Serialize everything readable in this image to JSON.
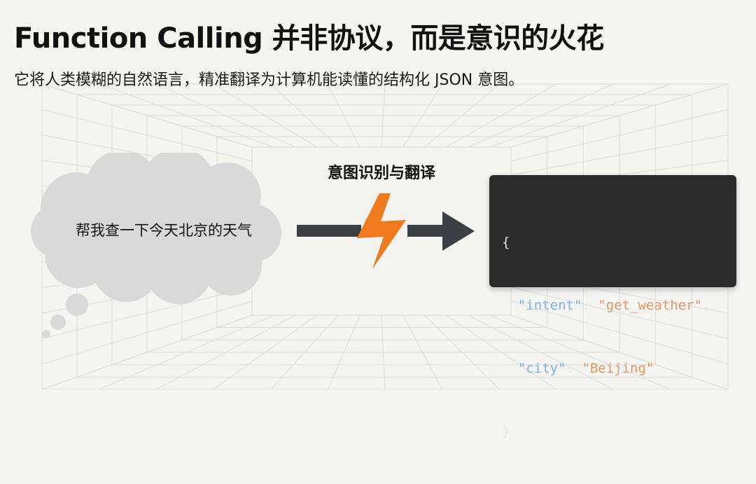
{
  "title": "Function Calling 并非协议，而是意识的火花",
  "subtitle": "它将人类模糊的自然语言，精准翻译为计算机能读懂的结构化 JSON 意图。",
  "thought_cloud": {
    "text": "帮我查一下今天北京的天气"
  },
  "transform": {
    "label": "意图识别与翻译",
    "icon": "lightning-bolt-icon",
    "icon_color": "#f07a1c",
    "arrow_color": "#3c3f44"
  },
  "code_panel": {
    "background": "#2b2b2b",
    "open_brace": "{",
    "close_brace": "}",
    "entries": [
      {
        "key": "\"intent\"",
        "value": "\"get_weather\"",
        "trail": ","
      },
      {
        "key": "\"city\"",
        "value": "\"Beijing\"",
        "trail": ""
      }
    ],
    "key_color": "#7fb2e5",
    "value_color": "#e09a6a"
  }
}
